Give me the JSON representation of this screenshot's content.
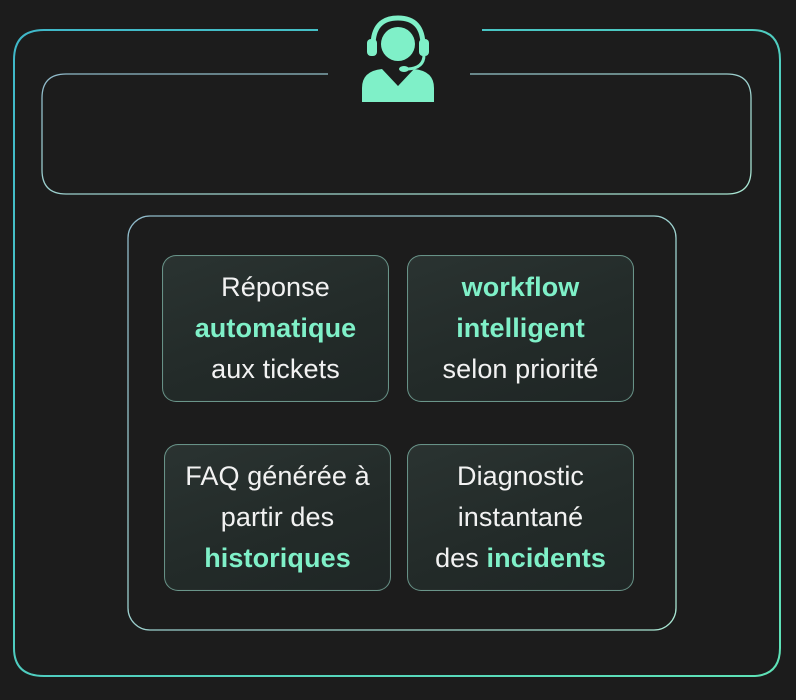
{
  "colors": {
    "background": "#1c1c1c",
    "accent": "#7ff0c8",
    "text": "#f2f2f2",
    "frame_stroke": "#4ac7b6"
  },
  "header": {
    "icon": "customer-support-headset-icon"
  },
  "cards": [
    {
      "line1": "Réponse",
      "line2": "automatique",
      "line3": "aux tickets"
    },
    {
      "line1": "workflow",
      "line2": "intelligent",
      "line3": "selon priorité"
    },
    {
      "line1": "FAQ générée à",
      "line2": "partir des",
      "line3": "historiques"
    },
    {
      "line1": "Diagnostic",
      "line2": "instantané",
      "line3_prefix": "des",
      "line3_highlight": "incidents"
    }
  ]
}
